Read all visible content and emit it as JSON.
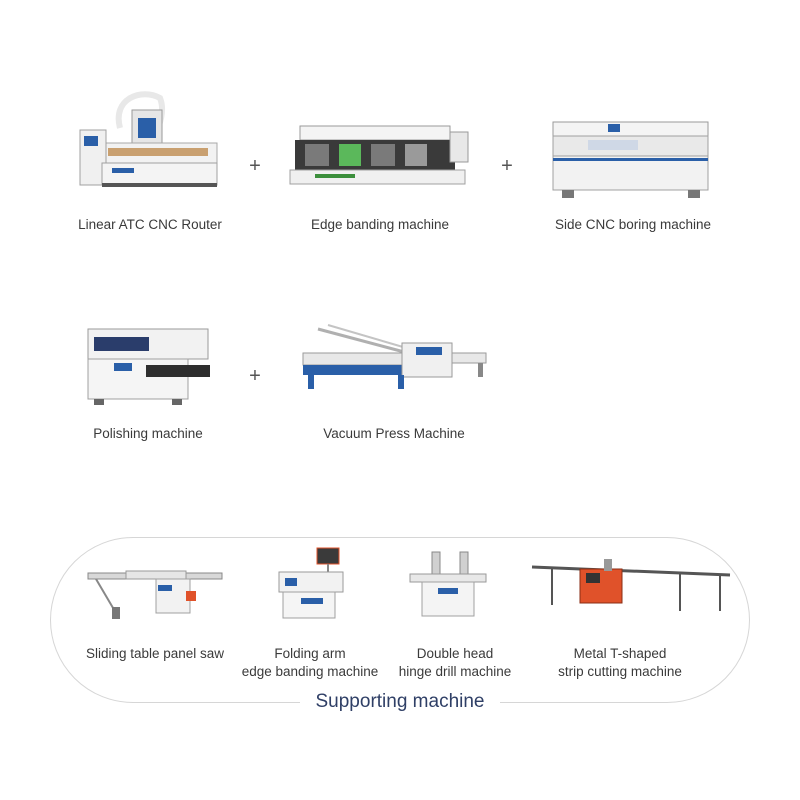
{
  "main_row": {
    "machines": [
      {
        "label": "Linear ATC CNC Router",
        "icon": "cnc-router-icon"
      },
      {
        "label": "Edge banding machine",
        "icon": "edge-banding-icon"
      },
      {
        "label": "Side CNC boring machine",
        "icon": "side-boring-icon"
      }
    ],
    "plus": "+"
  },
  "second_row": {
    "machines": [
      {
        "label": "Polishing machine",
        "icon": "polishing-icon"
      },
      {
        "label": "Vacuum Press Machine",
        "icon": "vacuum-press-icon"
      }
    ],
    "plus": "+"
  },
  "supporting": {
    "title": "Supporting machine",
    "machines": [
      {
        "line1": "Sliding table panel saw",
        "line2": "",
        "icon": "panel-saw-icon"
      },
      {
        "line1": "Folding arm",
        "line2": "edge banding machine",
        "icon": "folding-arm-icon"
      },
      {
        "line1": "Double head",
        "line2": "hinge drill machine",
        "icon": "hinge-drill-icon"
      },
      {
        "line1": "Metal T-shaped",
        "line2": "strip cutting machine",
        "icon": "strip-cutter-icon"
      }
    ]
  },
  "colors": {
    "machine_body": "#f2f2f2",
    "accent_blue": "#2a5fa8",
    "accent_orange": "#e0522a",
    "title_navy": "#2f3f66"
  }
}
